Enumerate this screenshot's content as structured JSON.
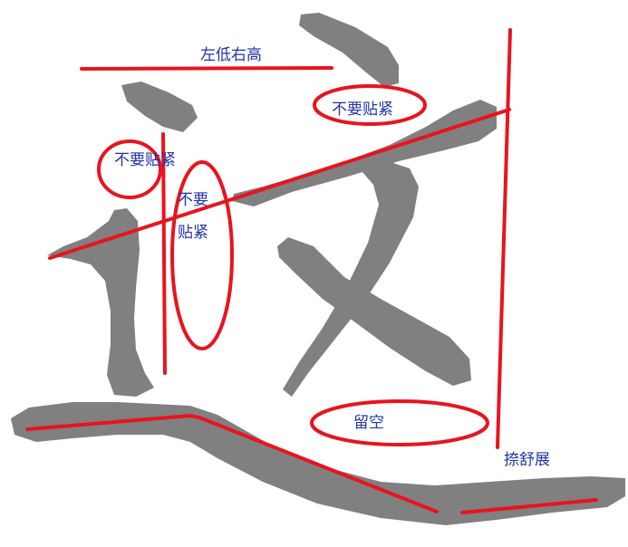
{
  "colors": {
    "glyph": "#808080",
    "guide": "#e8141e",
    "annotation_text": "#2233aa",
    "background": "#ffffff"
  },
  "annotations": {
    "left_low_right_high": "左低右高",
    "not_tight_right": "不要贴紧",
    "not_tight_left": "不要贴紧",
    "not_tight_vertical_line1": "不要",
    "not_tight_vertical_line2": "贴紧",
    "leave_space": "留空",
    "stretch_out": "捺舒展"
  }
}
